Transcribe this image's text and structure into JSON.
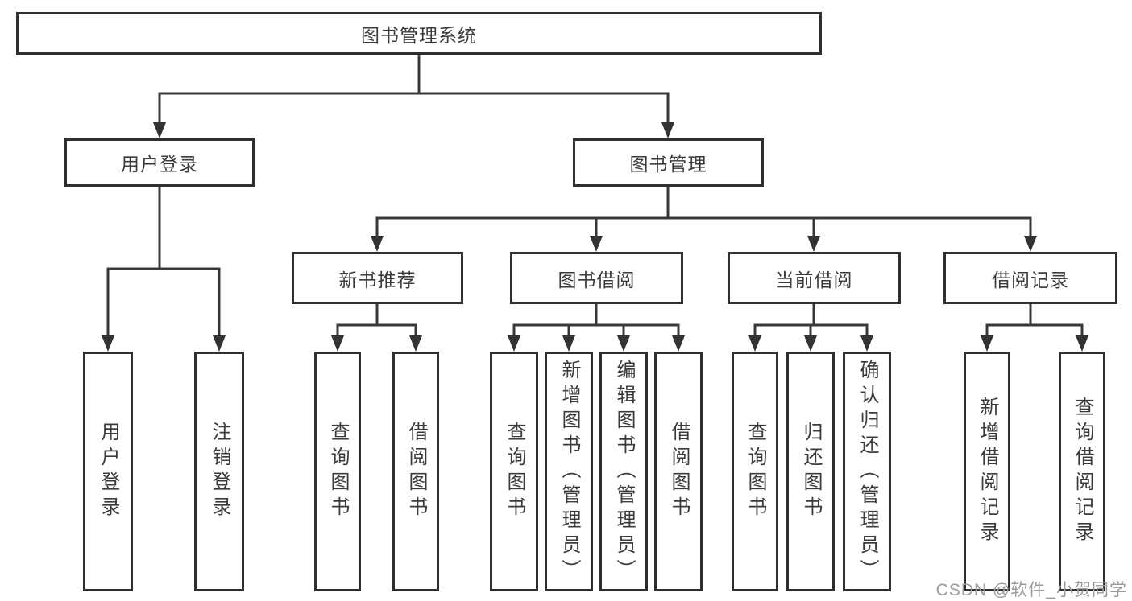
{
  "diagram": {
    "type": "hierarchy-tree",
    "tree": {
      "label": "图书管理系统",
      "children": [
        {
          "label": "用户登录",
          "children": [
            {
              "label": "用户登录"
            },
            {
              "label": "注销登录"
            }
          ]
        },
        {
          "label": "图书管理",
          "children": [
            {
              "label": "新书推荐",
              "children": [
                {
                  "label": "查询图书"
                },
                {
                  "label": "借阅图书"
                }
              ]
            },
            {
              "label": "图书借阅",
              "children": [
                {
                  "label": "查询图书"
                },
                {
                  "label": "新增图书（管理员）"
                },
                {
                  "label": "编辑图书（管理员）"
                },
                {
                  "label": "借阅图书"
                }
              ]
            },
            {
              "label": "当前借阅",
              "children": [
                {
                  "label": "查询图书"
                },
                {
                  "label": "归还图书"
                },
                {
                  "label": "确认归还（管理员）"
                }
              ]
            },
            {
              "label": "借阅记录",
              "children": [
                {
                  "label": "新增借阅记录"
                },
                {
                  "label": "查询借阅记录"
                }
              ]
            }
          ]
        }
      ]
    },
    "colors": {
      "box_border": "#2f2f2f",
      "text": "#3b3b3b",
      "line": "#383838",
      "background": "#ffffff"
    }
  },
  "watermark": {
    "text": "CSDN @软件_小贺同学",
    "color": "#9b9b9b"
  }
}
